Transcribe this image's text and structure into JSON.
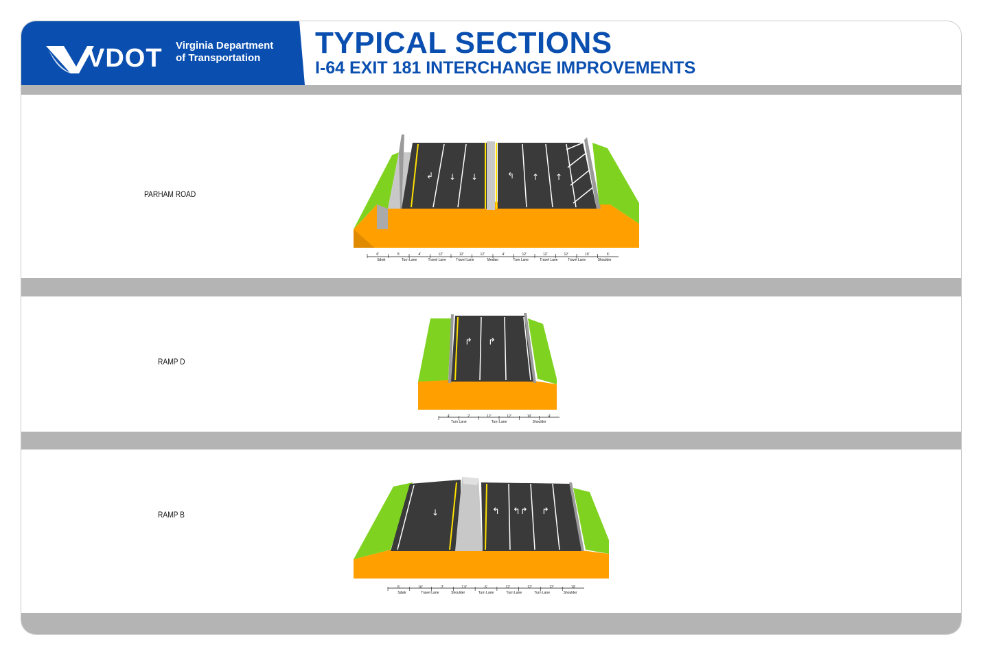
{
  "header": {
    "logo_text": "VDOT",
    "dept_line1": "Virginia Department",
    "dept_line2": "of Transportation",
    "title": "TYPICAL SECTIONS",
    "subtitle": "I-64 EXIT 181 INTERCHANGE IMPROVEMENTS"
  },
  "colors": {
    "brand_blue": "#0a4fb0",
    "band_grey": "#b4b4b4",
    "grass": "#7fd320",
    "fill": "#ff9f00",
    "pavement": "#3a3a3a",
    "concrete": "#c8c8c8"
  },
  "sections": [
    {
      "label": "PARHAM ROAD",
      "dimensions": [
        "6'",
        "5'",
        "4'",
        "12'",
        "12'",
        "12'",
        "4'",
        "12'",
        "12'",
        "12'",
        "10'",
        "6'"
      ],
      "dimension_labels": [
        "Sdwk",
        "Turn Lane",
        "Travel Lane",
        "Travel Lane",
        "Median",
        "Turn Lane",
        "Travel Lane",
        "Travel Lane",
        "Shoulder"
      ],
      "lane_arrows": [
        "left-turn-arrow",
        "down-arrow",
        "down-arrow",
        "left-turn-arrow",
        "up-arrow",
        "up-arrow"
      ]
    },
    {
      "label": "RAMP D",
      "dimensions": [
        "4'",
        "2'",
        "12'",
        "12'",
        "10'",
        "4'"
      ],
      "dimension_labels": [
        "Turn Lane",
        "Turn Lane",
        "Shoulder"
      ],
      "lane_arrows": [
        "right-turn-arrow",
        "right-turn-arrow"
      ]
    },
    {
      "label": "RAMP B",
      "dimensions": [
        "5'",
        "16'",
        "2'",
        "7.5'",
        "6'",
        "12'",
        "12'",
        "12'",
        "10'"
      ],
      "dimension_labels": [
        "Sdwk",
        "Travel Lane",
        "Shoulder",
        "Turn Lane",
        "Turn Lane",
        "Turn Lane",
        "Shoulder"
      ],
      "lane_arrows": [
        "down-arrow",
        "left-turn-arrow",
        "left-right-turn-arrow",
        "right-turn-arrow"
      ]
    }
  ]
}
